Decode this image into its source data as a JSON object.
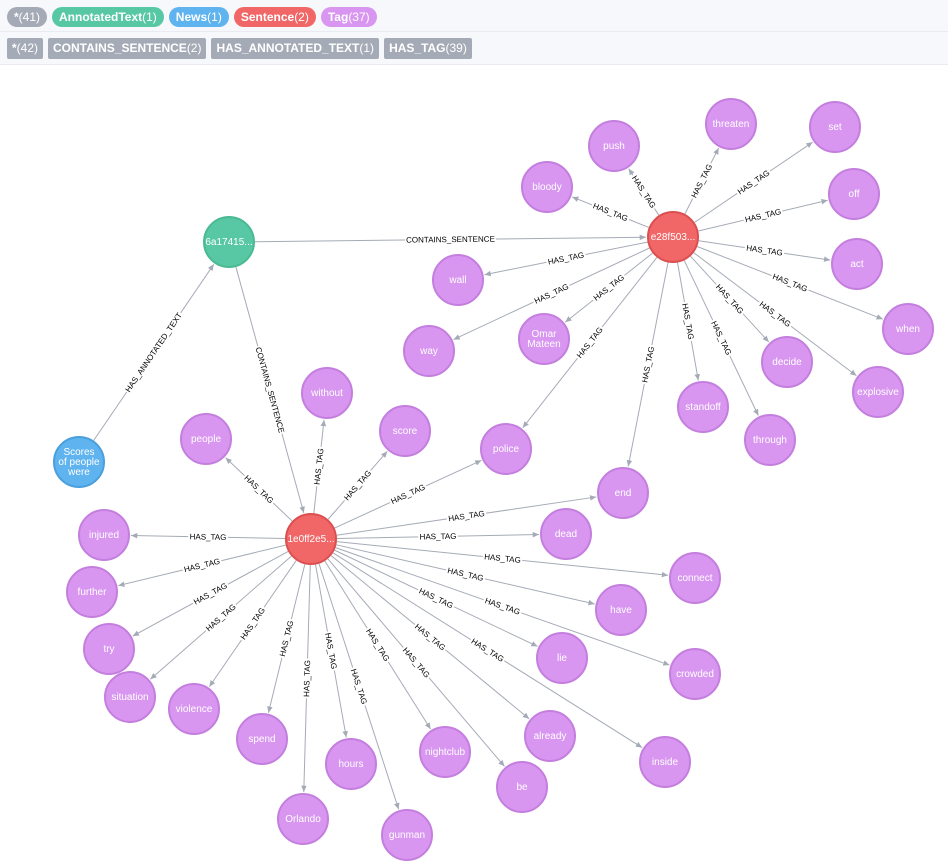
{
  "node_labels": [
    {
      "name": "*",
      "count": "(41)",
      "color": "#a5abb6"
    },
    {
      "name": "AnnotatedText",
      "count": "(1)",
      "color": "#57c7a4"
    },
    {
      "name": "News",
      "count": "(1)",
      "color": "#5fb3ee"
    },
    {
      "name": "Sentence",
      "count": "(2)",
      "color": "#f16667"
    },
    {
      "name": "Tag",
      "count": "(37)",
      "color": "#d896f0"
    }
  ],
  "relationship_types": [
    {
      "name": "*",
      "count": "(42)"
    },
    {
      "name": "CONTAINS_SENTENCE",
      "count": "(2)"
    },
    {
      "name": "HAS_ANNOTATED_TEXT",
      "count": "(1)"
    },
    {
      "name": "HAS_TAG",
      "count": "(39)"
    }
  ],
  "graph": {
    "colors": {
      "AnnotatedText": {
        "fill": "#57c7a4",
        "stroke": "#4aba92"
      },
      "News": {
        "fill": "#5fb3ee",
        "stroke": "#4a9fdc"
      },
      "Sentence": {
        "fill": "#f16667",
        "stroke": "#dc4f50"
      },
      "Tag": {
        "fill": "#d896f0",
        "stroke": "#c47fde"
      }
    },
    "nodes": [
      {
        "id": "a1",
        "type": "AnnotatedText",
        "lines": [
          "6a17415..."
        ]
      },
      {
        "id": "news",
        "type": "News",
        "lines": [
          "Scores",
          "of people",
          "were"
        ]
      },
      {
        "id": "s1",
        "type": "Sentence",
        "lines": [
          "e28f503..."
        ]
      },
      {
        "id": "s2",
        "type": "Sentence",
        "lines": [
          "1e0ff2e5..."
        ]
      },
      {
        "id": "push",
        "type": "Tag",
        "lines": [
          "push"
        ]
      },
      {
        "id": "threaten",
        "type": "Tag",
        "lines": [
          "threaten"
        ]
      },
      {
        "id": "set",
        "type": "Tag",
        "lines": [
          "set"
        ]
      },
      {
        "id": "bloody",
        "type": "Tag",
        "lines": [
          "bloody"
        ]
      },
      {
        "id": "off",
        "type": "Tag",
        "lines": [
          "off"
        ]
      },
      {
        "id": "act",
        "type": "Tag",
        "lines": [
          "act"
        ]
      },
      {
        "id": "wall",
        "type": "Tag",
        "lines": [
          "wall"
        ]
      },
      {
        "id": "when",
        "type": "Tag",
        "lines": [
          "when"
        ]
      },
      {
        "id": "omar",
        "type": "Tag",
        "lines": [
          "Omar",
          "Mateen"
        ]
      },
      {
        "id": "way",
        "type": "Tag",
        "lines": [
          "way"
        ]
      },
      {
        "id": "decide",
        "type": "Tag",
        "lines": [
          "decide"
        ]
      },
      {
        "id": "explosive",
        "type": "Tag",
        "lines": [
          "explosive"
        ]
      },
      {
        "id": "standoff",
        "type": "Tag",
        "lines": [
          "standoff"
        ]
      },
      {
        "id": "through",
        "type": "Tag",
        "lines": [
          "through"
        ]
      },
      {
        "id": "without",
        "type": "Tag",
        "lines": [
          "without"
        ]
      },
      {
        "id": "people",
        "type": "Tag",
        "lines": [
          "people"
        ]
      },
      {
        "id": "score",
        "type": "Tag",
        "lines": [
          "score"
        ]
      },
      {
        "id": "police",
        "type": "Tag",
        "lines": [
          "police"
        ]
      },
      {
        "id": "end",
        "type": "Tag",
        "lines": [
          "end"
        ]
      },
      {
        "id": "injured",
        "type": "Tag",
        "lines": [
          "injured"
        ]
      },
      {
        "id": "dead",
        "type": "Tag",
        "lines": [
          "dead"
        ]
      },
      {
        "id": "connect",
        "type": "Tag",
        "lines": [
          "connect"
        ]
      },
      {
        "id": "further",
        "type": "Tag",
        "lines": [
          "further"
        ]
      },
      {
        "id": "have",
        "type": "Tag",
        "lines": [
          "have"
        ]
      },
      {
        "id": "try",
        "type": "Tag",
        "lines": [
          "try"
        ]
      },
      {
        "id": "lie",
        "type": "Tag",
        "lines": [
          "lie"
        ]
      },
      {
        "id": "crowded",
        "type": "Tag",
        "lines": [
          "crowded"
        ]
      },
      {
        "id": "situation",
        "type": "Tag",
        "lines": [
          "situation"
        ]
      },
      {
        "id": "violence",
        "type": "Tag",
        "lines": [
          "violence"
        ]
      },
      {
        "id": "already",
        "type": "Tag",
        "lines": [
          "already"
        ]
      },
      {
        "id": "spend",
        "type": "Tag",
        "lines": [
          "spend"
        ]
      },
      {
        "id": "inside",
        "type": "Tag",
        "lines": [
          "inside"
        ]
      },
      {
        "id": "nightclub",
        "type": "Tag",
        "lines": [
          "nightclub"
        ]
      },
      {
        "id": "hours",
        "type": "Tag",
        "lines": [
          "hours"
        ]
      },
      {
        "id": "be",
        "type": "Tag",
        "lines": [
          "be"
        ]
      },
      {
        "id": "orlando",
        "type": "Tag",
        "lines": [
          "Orlando"
        ]
      },
      {
        "id": "gunman",
        "type": "Tag",
        "lines": [
          "gunman"
        ]
      }
    ],
    "edges": [
      {
        "from": "news",
        "to": "a1",
        "label": "HAS_ANNOTATED_TEXT"
      },
      {
        "from": "a1",
        "to": "s1",
        "label": "CONTAINS_SENTENCE"
      },
      {
        "from": "a1",
        "to": "s2",
        "label": "CONTAINS_SENTENCE"
      },
      {
        "from": "s1",
        "to": "push",
        "label": "HAS_TAG"
      },
      {
        "from": "s1",
        "to": "threaten",
        "label": "HAS_TAG"
      },
      {
        "from": "s1",
        "to": "set",
        "label": "HAS_TAG"
      },
      {
        "from": "s1",
        "to": "bloody",
        "label": "HAS_TAG"
      },
      {
        "from": "s1",
        "to": "off",
        "label": "HAS_TAG"
      },
      {
        "from": "s1",
        "to": "act",
        "label": "HAS_TAG"
      },
      {
        "from": "s1",
        "to": "wall",
        "label": "HAS_TAG"
      },
      {
        "from": "s1",
        "to": "when",
        "label": "HAS_TAG"
      },
      {
        "from": "s1",
        "to": "way",
        "label": "HAS_TAG"
      },
      {
        "from": "s1",
        "to": "omar",
        "label": "HAS_TAG"
      },
      {
        "from": "s1",
        "to": "decide",
        "label": "HAS_TAG"
      },
      {
        "from": "s1",
        "to": "explosive",
        "label": "HAS_TAG"
      },
      {
        "from": "s1",
        "to": "standoff",
        "label": "HAS_TAG"
      },
      {
        "from": "s1",
        "to": "through",
        "label": "HAS_TAG"
      },
      {
        "from": "s1",
        "to": "police",
        "label": "HAS_TAG"
      },
      {
        "from": "s1",
        "to": "end",
        "label": "HAS_TAG"
      },
      {
        "from": "s2",
        "to": "without",
        "label": "HAS_TAG"
      },
      {
        "from": "s2",
        "to": "people",
        "label": "HAS_TAG"
      },
      {
        "from": "s2",
        "to": "score",
        "label": "HAS_TAG"
      },
      {
        "from": "s2",
        "to": "police",
        "label": "HAS_TAG"
      },
      {
        "from": "s2",
        "to": "end",
        "label": "HAS_TAG"
      },
      {
        "from": "s2",
        "to": "injured",
        "label": "HAS_TAG"
      },
      {
        "from": "s2",
        "to": "dead",
        "label": "HAS_TAG"
      },
      {
        "from": "s2",
        "to": "connect",
        "label": "HAS_TAG"
      },
      {
        "from": "s2",
        "to": "further",
        "label": "HAS_TAG"
      },
      {
        "from": "s2",
        "to": "have",
        "label": "HAS_TAG"
      },
      {
        "from": "s2",
        "to": "try",
        "label": "HAS_TAG"
      },
      {
        "from": "s2",
        "to": "lie",
        "label": "HAS_TAG"
      },
      {
        "from": "s2",
        "to": "crowded",
        "label": "HAS_TAG"
      },
      {
        "from": "s2",
        "to": "situation",
        "label": "HAS_TAG"
      },
      {
        "from": "s2",
        "to": "violence",
        "label": "HAS_TAG"
      },
      {
        "from": "s2",
        "to": "already",
        "label": "HAS_TAG"
      },
      {
        "from": "s2",
        "to": "spend",
        "label": "HAS_TAG"
      },
      {
        "from": "s2",
        "to": "inside",
        "label": "HAS_TAG"
      },
      {
        "from": "s2",
        "to": "nightclub",
        "label": "HAS_TAG"
      },
      {
        "from": "s2",
        "to": "hours",
        "label": "HAS_TAG"
      },
      {
        "from": "s2",
        "to": "be",
        "label": "HAS_TAG"
      },
      {
        "from": "s2",
        "to": "orlando",
        "label": "HAS_TAG"
      },
      {
        "from": "s2",
        "to": "gunman",
        "label": "HAS_TAG"
      }
    ]
  }
}
